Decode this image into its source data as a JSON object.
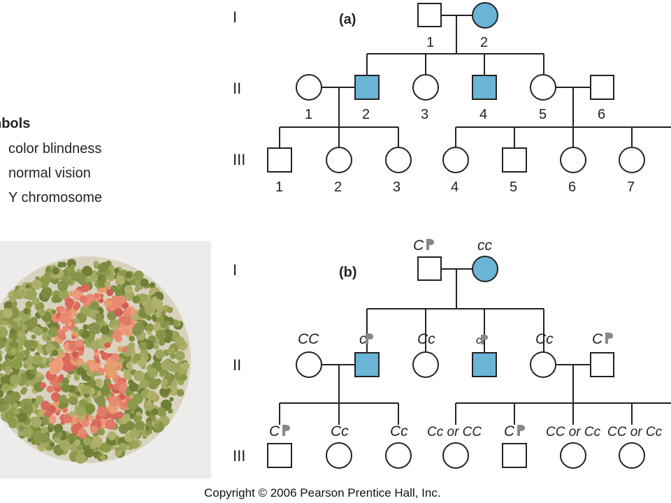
{
  "panels": {
    "a": {
      "label": "(a)"
    },
    "b": {
      "label": "(b)"
    }
  },
  "generation_labels": [
    "I",
    "II",
    "III"
  ],
  "legend": {
    "title": "nbols",
    "items": [
      "color blindness",
      "normal vision",
      "Y chromosome"
    ]
  },
  "pedigree_a": {
    "gen1_numbers": [
      "1",
      "2"
    ],
    "gen2_numbers": [
      "1",
      "2",
      "3",
      "4",
      "5",
      "6"
    ],
    "gen3_numbers": [
      "1",
      "2",
      "3",
      "4",
      "5",
      "6",
      "7"
    ]
  },
  "pedigree_b": {
    "gen1_genotypes": [
      "C",
      "cc"
    ],
    "gen2_genotypes": [
      "CC",
      "c",
      "Cc",
      "c",
      "Cc",
      "C"
    ],
    "gen3_genotypes": [
      "C",
      "Cc",
      "Cc",
      "Cc or CC",
      "C",
      "CC or Cc",
      "CC or Cc"
    ]
  },
  "colors": {
    "affected": "#6ab4d6",
    "normal": "#ffffff",
    "line": "#222222",
    "y_symbol": "#888888"
  },
  "copyright": "Copyright © 2006 Pearson Prentice Hall, Inc."
}
